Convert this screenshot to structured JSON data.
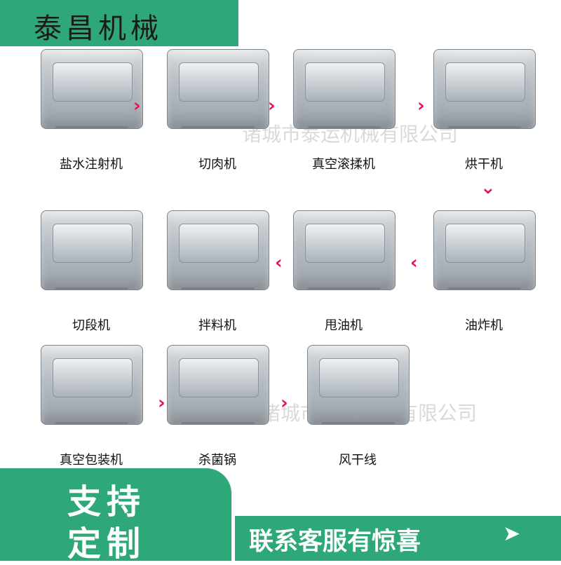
{
  "brand": {
    "title": "泰昌机械"
  },
  "watermarks": [
    "诸城市泰运机械有限公司",
    "诸城市泰运机械有限公司"
  ],
  "machines": [
    {
      "label": "盐水注射机"
    },
    {
      "label": "切肉机"
    },
    {
      "label": "真空滚揉机"
    },
    {
      "label": "烘干机"
    },
    {
      "label": "切段机"
    },
    {
      "label": "拌料机"
    },
    {
      "label": "甩油机"
    },
    {
      "label": "油炸机"
    },
    {
      "label": "真空包装机"
    },
    {
      "label": "杀菌锅"
    },
    {
      "label": "风干线"
    }
  ],
  "arrows": [
    "›",
    "›",
    "›",
    "⌄",
    "‹",
    "‹",
    "‹",
    "⌄",
    "›",
    "›"
  ],
  "promo": {
    "line1": "支持",
    "line2": "定制"
  },
  "contact": {
    "text": "联系客服有惊喜",
    "arrow": "➤"
  }
}
